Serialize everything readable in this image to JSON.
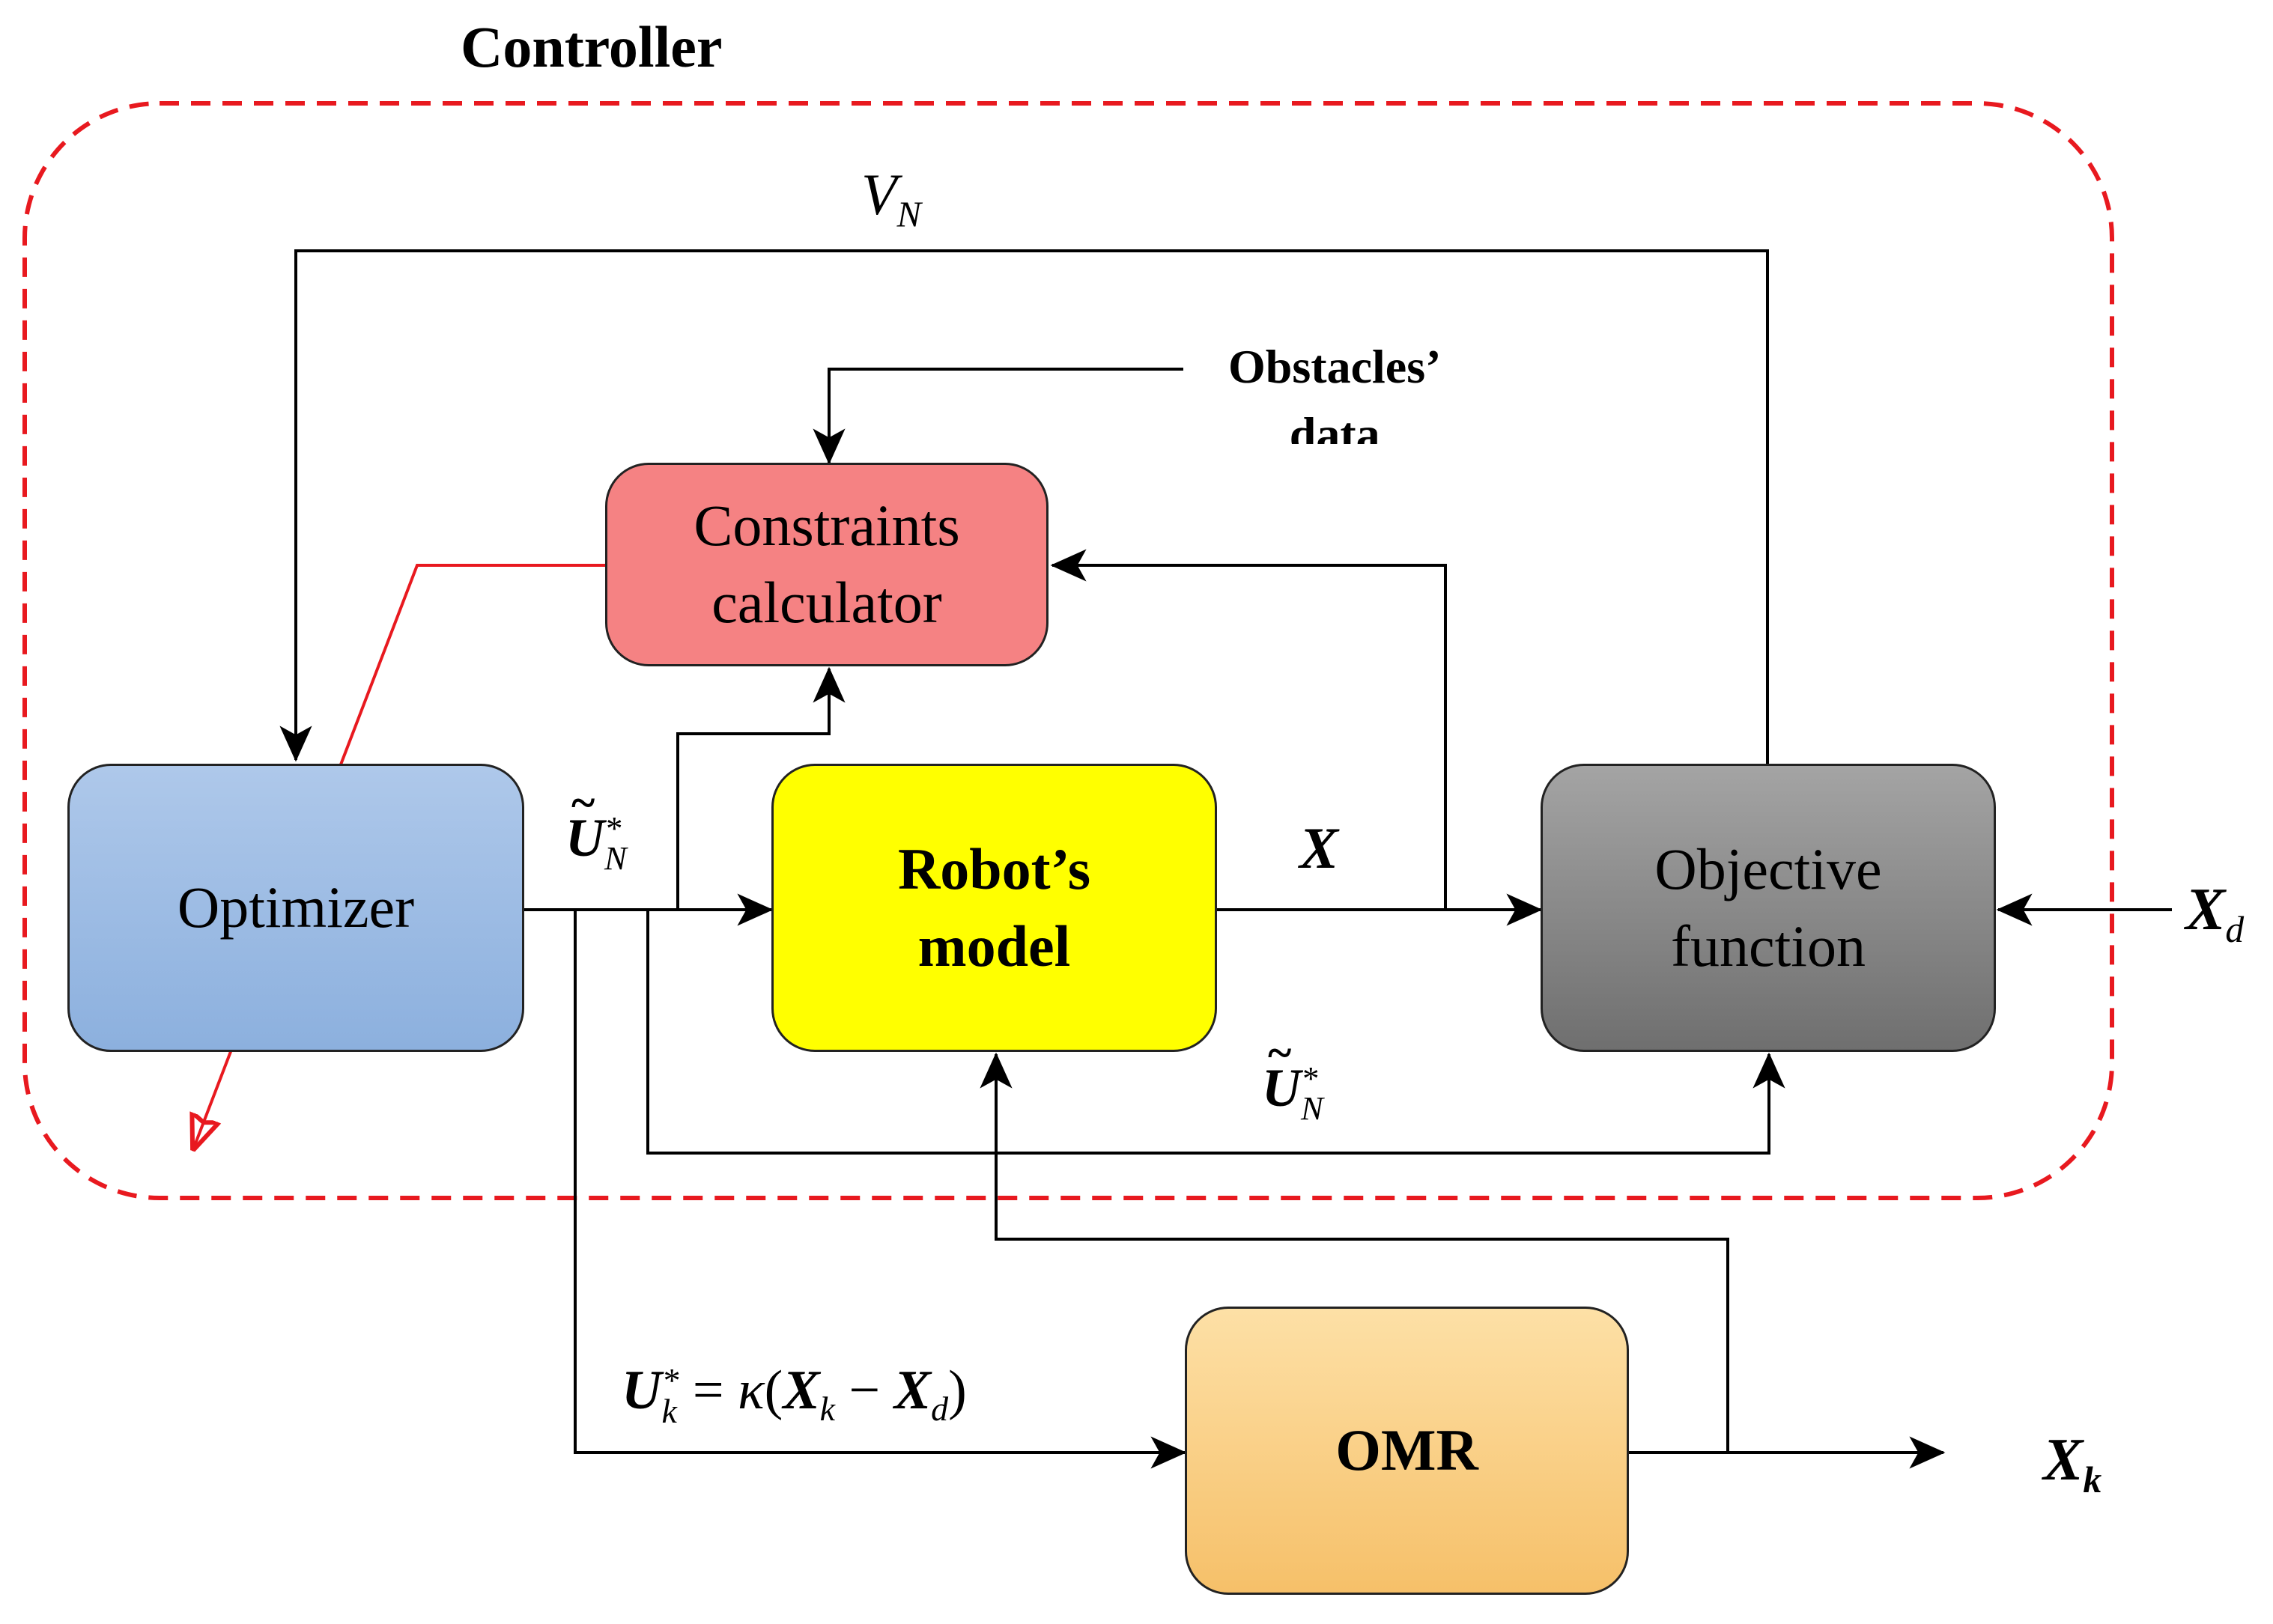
{
  "title": "Controller",
  "colors": {
    "controller_border": "#e8191f",
    "constraints_fill": "#f58283",
    "optimizer_fill_top": "#aec8ea",
    "optimizer_fill_bottom": "#8cb0de",
    "robot_model_fill": "#ffff00",
    "objective_fill_top": "#a4a4a4",
    "objective_fill_bottom": "#6f6f6f",
    "omr_fill_top": "#fde0a6",
    "omr_fill_bottom": "#f6c069",
    "red_arrow": "#e8191f"
  },
  "blocks": {
    "optimizer": {
      "label": "Optimizer"
    },
    "constraints": {
      "line1": "Constraints",
      "line2": "calculator"
    },
    "robot_model": {
      "line1": "Robot’s",
      "line2": "model"
    },
    "objective": {
      "line1": "Objective",
      "line2": "function"
    },
    "omr": {
      "label": "OMR"
    }
  },
  "signals": {
    "vn": {
      "base": "V",
      "sub": "N"
    },
    "obstacles": {
      "line1": "Obstacles’",
      "line2": "data"
    },
    "u_tilde_top": {
      "base": "U",
      "tilde": "~",
      "sup": "*",
      "sub": "N"
    },
    "u_tilde_bottom": {
      "base": "U",
      "tilde": "~",
      "sup": "*",
      "sub": "N"
    },
    "x": {
      "base": "X"
    },
    "xd": {
      "base": "X",
      "sub": "d"
    },
    "xk": {
      "base": "X",
      "sub": "k"
    },
    "control_law": {
      "u": "U",
      "u_sup": "*",
      "u_sub": "k",
      "eq": " = ",
      "kappa": "κ",
      "lp": "(",
      "x1": "X",
      "x1_sub": "k",
      "minus": " − ",
      "x2": "X",
      "x2_sub": "d",
      "rp": ")"
    }
  }
}
